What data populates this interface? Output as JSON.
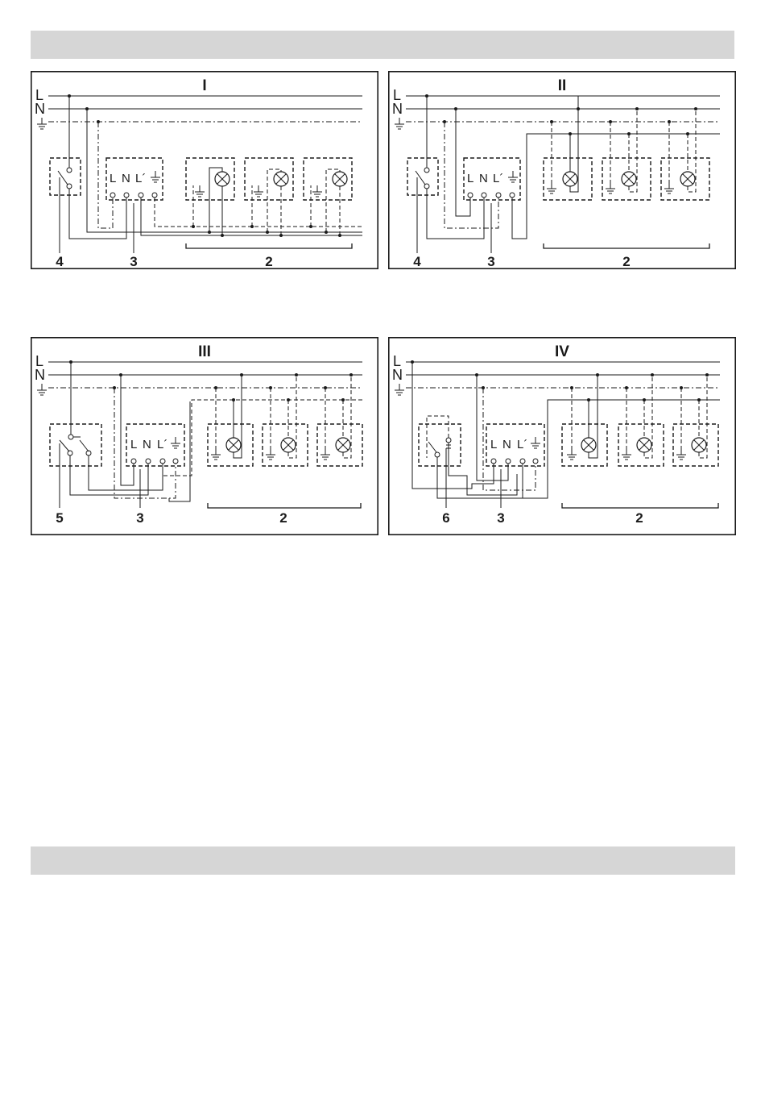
{
  "header_bar": "",
  "footer_bar": "",
  "panels": [
    {
      "roman": "I",
      "rail_labels": {
        "live": "L",
        "neutral": "N"
      },
      "terminal_labels": {
        "l": "L",
        "n": "N",
        "lp": "L´"
      },
      "callouts": {
        "switch": "4",
        "socket": "3",
        "lamps": "2"
      }
    },
    {
      "roman": "II",
      "rail_labels": {
        "live": "L",
        "neutral": "N"
      },
      "terminal_labels": {
        "l": "L",
        "n": "N",
        "lp": "L´"
      },
      "callouts": {
        "switch": "4",
        "socket": "3",
        "lamps": "2"
      }
    },
    {
      "roman": "III",
      "rail_labels": {
        "live": "L",
        "neutral": "N"
      },
      "terminal_labels": {
        "l": "L",
        "n": "N",
        "lp": "L´"
      },
      "callouts": {
        "switch": "5",
        "socket": "3",
        "lamps": "2"
      }
    },
    {
      "roman": "IV",
      "rail_labels": {
        "live": "L",
        "neutral": "N"
      },
      "terminal_labels": {
        "l": "L",
        "n": "N",
        "lp": "L´"
      },
      "callouts": {
        "switch": "6",
        "socket": "3",
        "lamps": "2"
      }
    }
  ]
}
